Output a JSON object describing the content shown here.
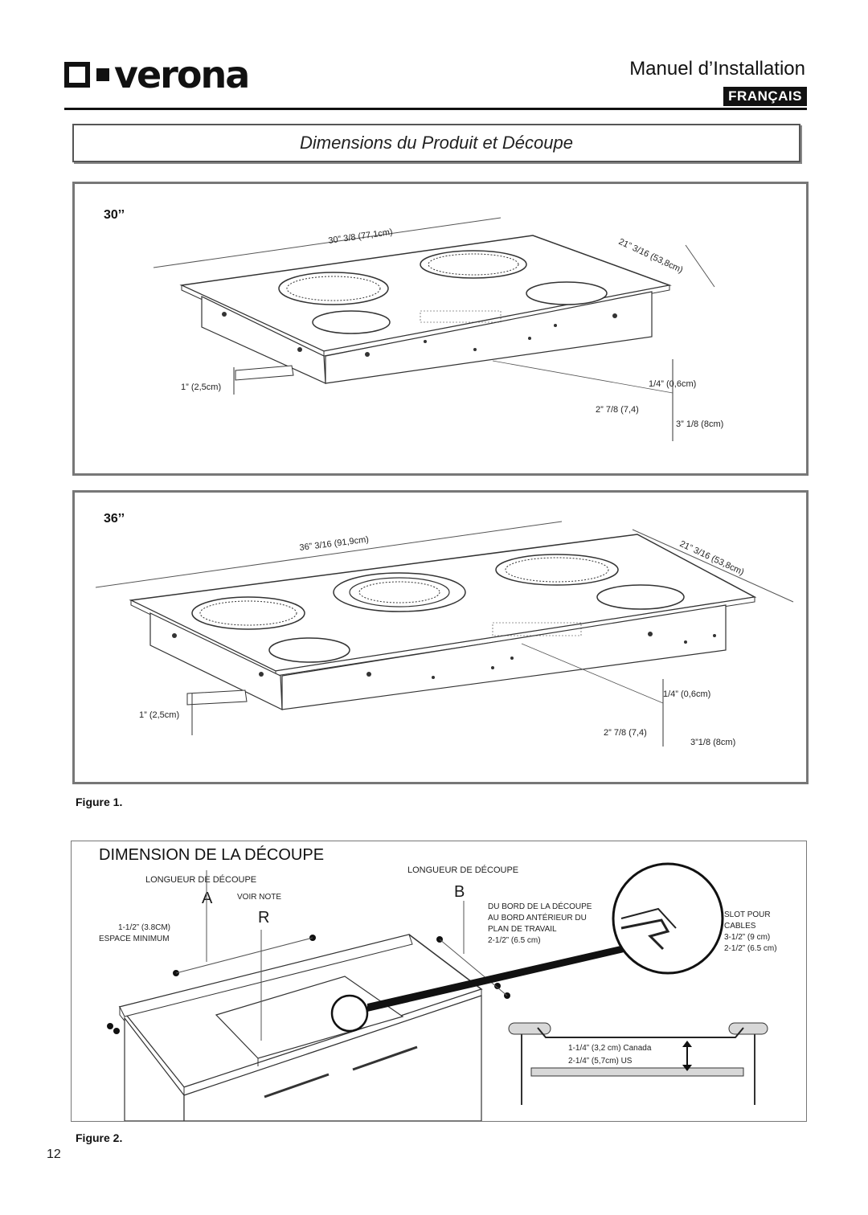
{
  "header": {
    "brand": "verona",
    "title": "Manuel d’Installation",
    "language": "FRANÇAIS"
  },
  "section": {
    "title": "Dimensions du Produit et Découpe"
  },
  "figure1": {
    "caption": "Figure 1.",
    "panel30": {
      "size_label": "30’’",
      "width_label": "30” 3/8 (77,1cm)",
      "depth_label": "21” 3/16 (53,8cm)",
      "thickness_label": "1” (2,5cm)",
      "glass_label": "1/4” (0,6cm)",
      "below_label": "2” 7/8 (7,4)",
      "height_label": "3” 1/8 (8cm)"
    },
    "panel36": {
      "size_label": "36’’",
      "width_label": "36” 3/16 (91,9cm)",
      "depth_label": "21” 3/16 (53,8cm)",
      "thickness_label": "1” (2,5cm)",
      "glass_label": "1/4” (0,6cm)",
      "below_label": "2” 7/8 (7,4)",
      "height_label": "3”1/8 (8cm)"
    }
  },
  "figure2": {
    "caption": "Figure 2.",
    "title": "DIMENSION DE LA DÉCOUPE",
    "length_label_a": "LONGUEUR  DE DÉCOUPE",
    "length_label_b": "LONGUEUR  DE DÉCOUPE",
    "letter_a": "A",
    "letter_b": "B",
    "letter_r": "R",
    "voir_note": "VOIR NOTE",
    "espace_1": "1-1/2” (3.8CM)",
    "espace_2": "ESPACE MINIMUM",
    "bord_1": "DU BORD DE LA DÉCOUPE",
    "bord_2": "AU BORD ANTÉRIEUR DU",
    "bord_3": "PLAN DE TRAVAIL",
    "bord_4": "2-1/2” (6.5 cm)",
    "slot_1": "SLOT POUR",
    "slot_2": "CABLES",
    "slot_3": "3-1/2” (9 cm)",
    "slot_4": "2-1/2” (6.5 cm)",
    "depth_canada": "1-1/4” (3,2 cm) Canada",
    "depth_us": "2-1/4” (5,7cm) US"
  },
  "page_number": "12"
}
